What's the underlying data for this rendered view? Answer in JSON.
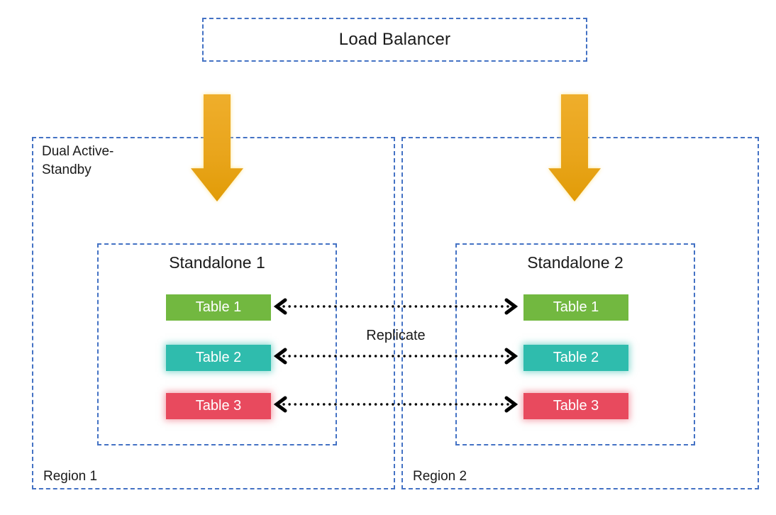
{
  "diagram": {
    "load_balancer_label": "Load Balancer",
    "mode_label": "Dual Active-Standby",
    "replicate_label": "Replicate",
    "regions": [
      {
        "name": "Region 1",
        "standalone": {
          "title": "Standalone 1",
          "tables": [
            {
              "label": "Table 1",
              "color": "#72B840"
            },
            {
              "label": "Table 2",
              "color": "#2FBCAD"
            },
            {
              "label": "Table 3",
              "color": "#E84A5E"
            }
          ]
        }
      },
      {
        "name": "Region 2",
        "standalone": {
          "title": "Standalone 2",
          "tables": [
            {
              "label": "Table 1",
              "color": "#72B840"
            },
            {
              "label": "Table 2",
              "color": "#2FBCAD"
            },
            {
              "label": "Table 3",
              "color": "#E84A5E"
            }
          ]
        }
      }
    ],
    "colors": {
      "border_blue": "#4472C4",
      "arrow_gold": "#E9A51C",
      "table_green": "#72B840",
      "table_teal": "#2FBCAD",
      "table_red": "#E84A5E",
      "text": "#1A1A1A"
    }
  }
}
